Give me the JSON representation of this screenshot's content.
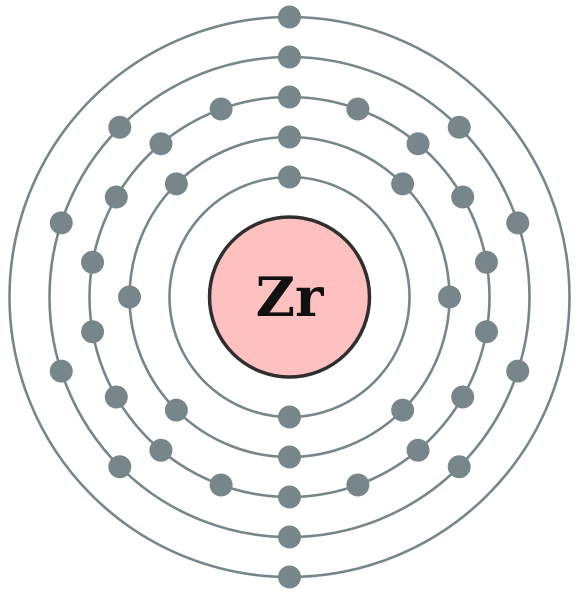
{
  "atom": {
    "symbol": "Zr",
    "shells": [
      {
        "electrons": 2
      },
      {
        "electrons": 8
      },
      {
        "electrons": 18
      },
      {
        "electrons": 10
      },
      {
        "electrons": 2
      }
    ],
    "colors": {
      "nucleus_fill": "#ffc0c0",
      "nucleus_stroke": "#2f2f2f",
      "shell": "#77868a",
      "electron": "#77868a",
      "symbol": "#111111"
    }
  }
}
